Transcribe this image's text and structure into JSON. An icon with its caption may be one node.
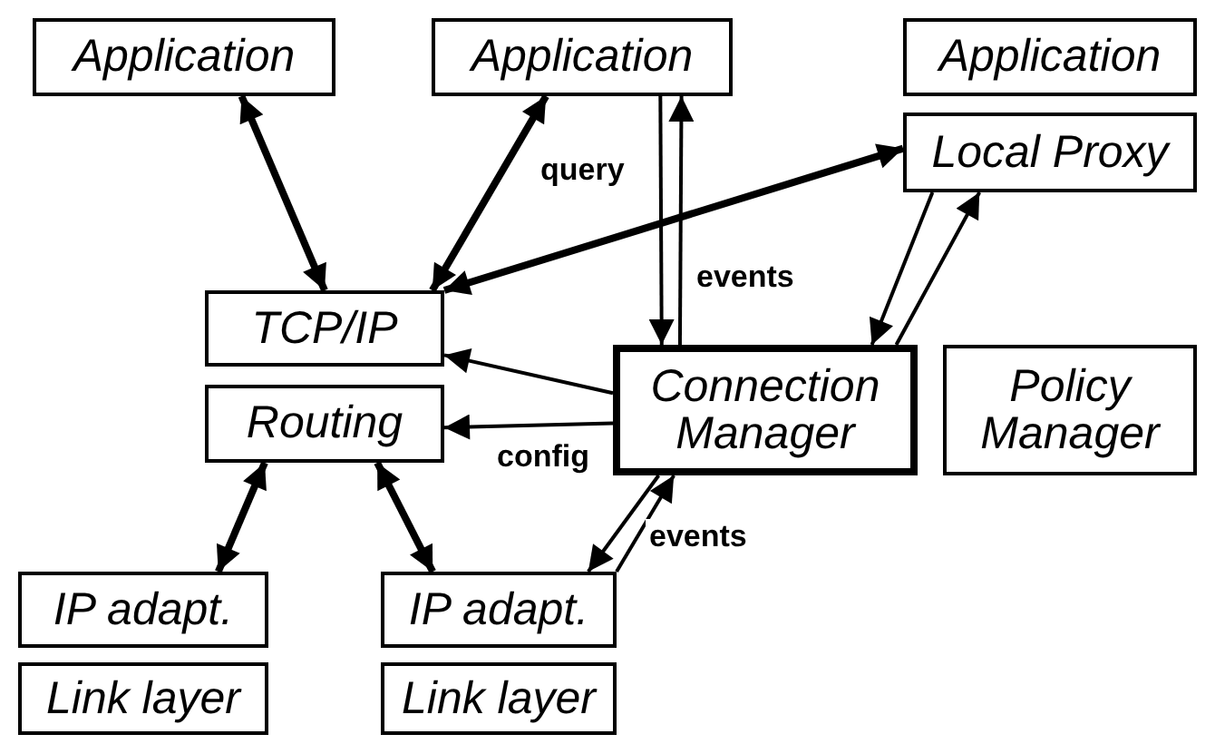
{
  "diagram": {
    "nodes": [
      {
        "text": [
          "Application"
        ]
      },
      {
        "text": [
          "Application"
        ]
      },
      {
        "text": [
          "Application"
        ]
      },
      {
        "text": [
          "Local Proxy"
        ]
      },
      {
        "text": [
          "TCP/IP"
        ]
      },
      {
        "text": [
          "Routing"
        ]
      },
      {
        "text": [
          "Connection Manager"
        ]
      },
      {
        "text": [
          "Policy Manager"
        ]
      },
      {
        "text": [
          "IP adapt."
        ]
      },
      {
        "text": [
          "Link layer"
        ]
      },
      {
        "text": [
          "IP adapt."
        ]
      },
      {
        "text": [
          "Link layer"
        ]
      }
    ],
    "edges": [
      {
        "from": 0,
        "to": 4,
        "arrow": "both",
        "style": "thick"
      },
      {
        "from": 1,
        "to": 4,
        "arrow": "both",
        "style": "thick"
      },
      {
        "from": 4,
        "to": 3,
        "arrow": "both",
        "style": "thick"
      },
      {
        "from": 1,
        "to": 6,
        "arrow": "to",
        "label": "query"
      },
      {
        "from": 6,
        "to": 1,
        "arrow": "to",
        "label": "events"
      },
      {
        "from": 3,
        "to": 6,
        "arrow": "to"
      },
      {
        "from": 6,
        "to": 3,
        "arrow": "to"
      },
      {
        "from": 6,
        "to": 4,
        "arrow": "to"
      },
      {
        "from": 6,
        "to": 5,
        "arrow": "to",
        "label": "config"
      },
      {
        "from": 6,
        "to": 10,
        "arrow": "to"
      },
      {
        "from": 10,
        "to": 6,
        "arrow": "to",
        "label": "events"
      },
      {
        "from": 5,
        "to": 8,
        "arrow": "both",
        "style": "thick"
      },
      {
        "from": 5,
        "to": 10,
        "arrow": "both",
        "style": "thick"
      }
    ]
  }
}
